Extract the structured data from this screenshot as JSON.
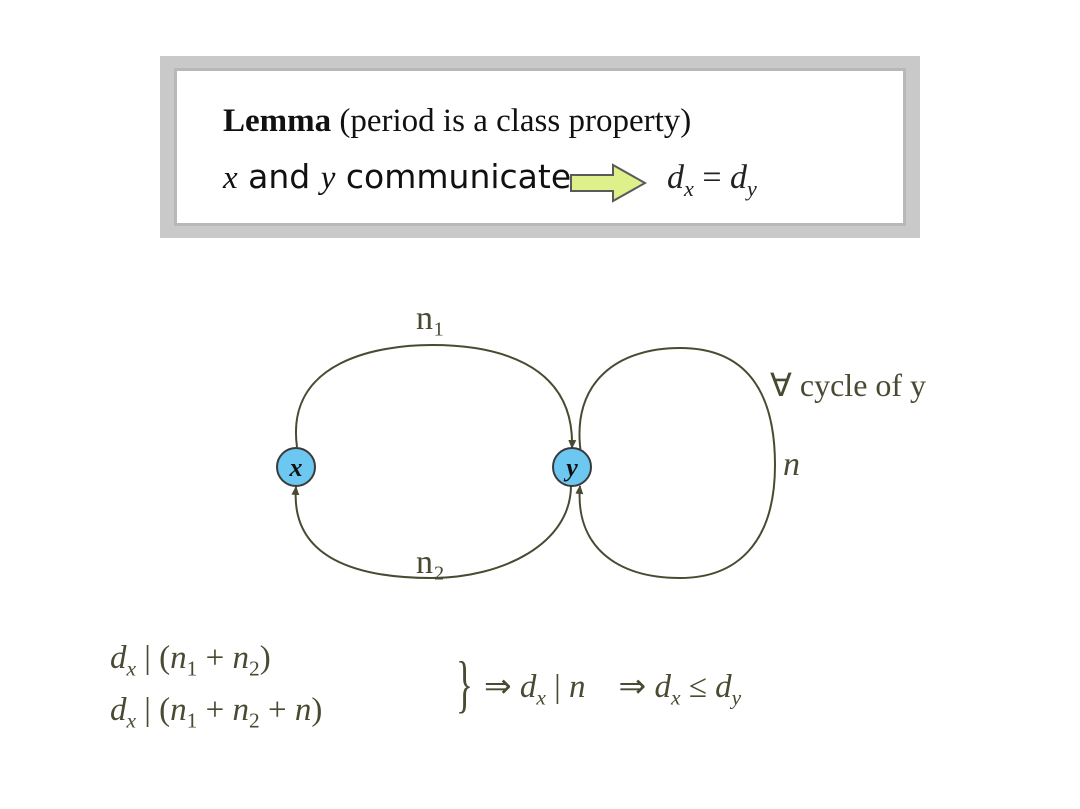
{
  "lemma": {
    "title": "Lemma",
    "subtitle": "(period is a class property)",
    "var_x": "x",
    "and_text": "and",
    "var_y": "y",
    "communicate": "communicate"
  },
  "diagram": {
    "node_x": "x",
    "node_y": "y",
    "edge_top": "n₁",
    "edge_bottom": "n₂",
    "edge_loop": "n",
    "loop_label": "∀ cycle of y"
  },
  "colors": {
    "node_fill": "#6cc8f0",
    "edge": "#4a4a33",
    "arrow_fill": "#ddf08a"
  }
}
